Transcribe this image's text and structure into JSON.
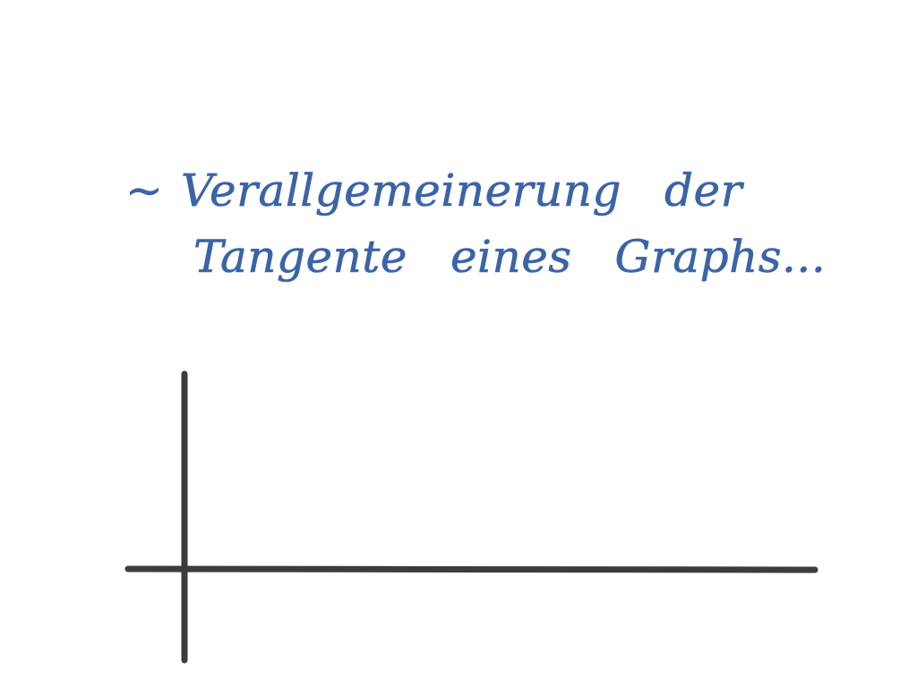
{
  "note": {
    "tilde": "~",
    "line1_word1": "Verallgemeinerung",
    "line1_word2": "der",
    "line2_word1": "Tangente",
    "line2_word2": "eines",
    "line2_word3": "Graphs..."
  },
  "colors": {
    "ink_blue": "#3b64a8",
    "ink_dark": "#3a3d40",
    "background": "#ffffff"
  }
}
